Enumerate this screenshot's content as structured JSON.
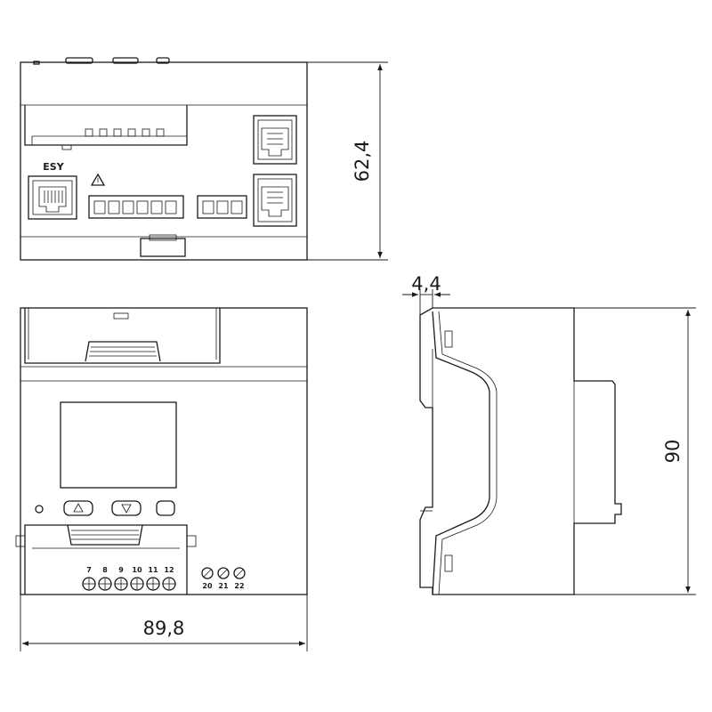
{
  "dimensions": {
    "height_top": "62,4",
    "depth_offset": "4,4",
    "height_side": "90",
    "width_front": "89,8"
  },
  "labels": {
    "esy": "ESY",
    "terminals_row": [
      "7",
      "8",
      "9",
      "10",
      "11",
      "12"
    ],
    "terminals_aux": [
      "20",
      "21",
      "22"
    ]
  }
}
